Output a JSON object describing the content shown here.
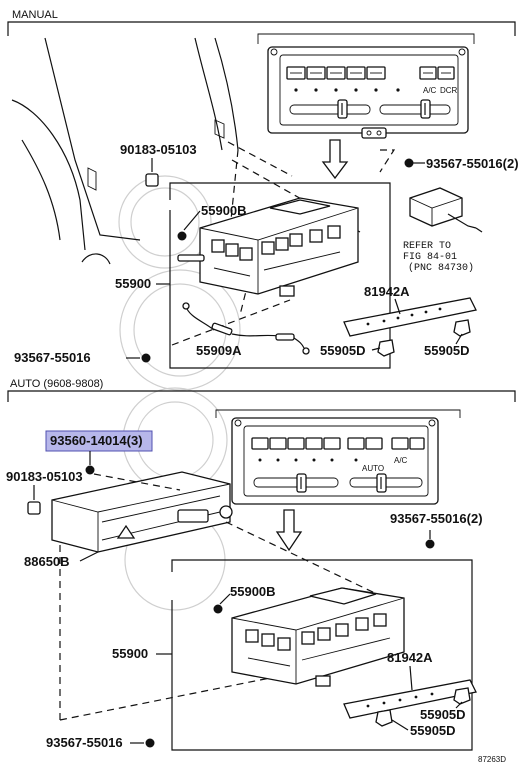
{
  "sections": {
    "manual": "MANUAL",
    "auto": "AUTO (9608-9808)"
  },
  "manual": {
    "refer_line1": "REFER TO",
    "refer_line2": "FIG 84-01",
    "refer_line3": "(PNC 84730)",
    "labels": {
      "p90183": "90183-05103",
      "p93567_top": "93567-55016(2)",
      "p55900b": "55900B",
      "p55900": "55900",
      "p81942a": "81942A",
      "p93567_bot": "93567-55016",
      "p55909a": "55909A",
      "p55905d_a": "55905D",
      "p55905d_b": "55905D"
    },
    "panel_text": {
      "ac": "A/C",
      "dcr": "DCR"
    }
  },
  "auto": {
    "labels": {
      "p93560": "93560-14014(3)",
      "p90183": "90183-05103",
      "p88650b": "88650B",
      "p93567_right": "93567-55016(2)",
      "p55900b": "55900B",
      "p55900": "55900",
      "p81942a": "81942A",
      "p55905d_a": "55905D",
      "p55905d_b": "55905D",
      "p93567_bot": "93567-55016"
    },
    "panel_text": {
      "ac": "A/C",
      "auto": "AUTO"
    }
  },
  "figure_code": "87263D",
  "colors": {
    "highlight_fill": "#b7b7ea",
    "highlight_border": "#5050b0",
    "ink": "#111111",
    "watermark": "#cfcfcf"
  }
}
